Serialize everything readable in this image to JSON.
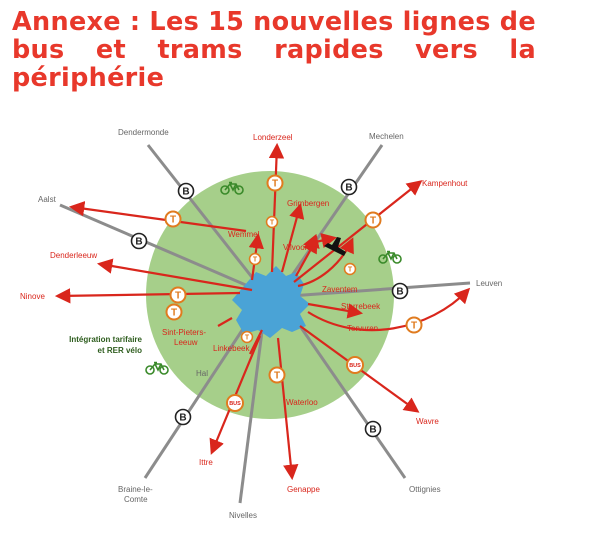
{
  "title": {
    "line1_words": [
      "Annexe",
      ":",
      "Les",
      "15",
      "nouvelles",
      "lignes",
      "de"
    ],
    "line2_words": [
      "bus",
      "et",
      "trams",
      "rapides",
      "vers",
      "la"
    ],
    "line3": "périphérie"
  },
  "map": {
    "colors": {
      "title_red": "#e8382b",
      "arrow_red": "#d9261c",
      "ring_green": "#a6cf8a",
      "city_blue": "#4aa3d6",
      "rail_grey": "#8c8c8c",
      "tram_orange": "#e07b1f",
      "bike_green": "#3a8a2a"
    },
    "rail_destinations": {
      "dendermonde": "Dendermonde",
      "mechelen": "Mechelen",
      "aalst": "Aalst",
      "leuven": "Leuven",
      "braine": [
        "Braine-le-",
        "Comte"
      ],
      "nivelles": "Nivelles",
      "ottignies": "Ottignies",
      "hal": "Hal"
    },
    "line_destinations": {
      "londerzeel": "Londerzeel",
      "kampenhout": "Kampenhout",
      "grimbergen": "Grimbergen",
      "wemmel": "Wemmel",
      "vilvoorde": "Vilvoorde",
      "denderleeuw": "Denderleeuw",
      "ninove": "Ninove",
      "zaventem": "Zaventem",
      "sterrebeek": "Sterrebeek",
      "tervuren": "Tervuren",
      "sint_pieters": [
        "Sint-Pieters-",
        "Leeuw"
      ],
      "linkebeek": "Linkebeek",
      "waterloo": "Waterloo",
      "wavre": "Wavre",
      "ittre": "Ittre",
      "genappe": "Genappe"
    },
    "bike_note": [
      "Intégration tarifaire",
      "et RER vélo"
    ],
    "badges": {
      "tram": "T",
      "bus": "BUS",
      "train": "B"
    },
    "icons": [
      "tram-badge-icon",
      "bus-badge-icon",
      "train-badge-icon",
      "bicycle-icon",
      "airplane-icon"
    ]
  }
}
